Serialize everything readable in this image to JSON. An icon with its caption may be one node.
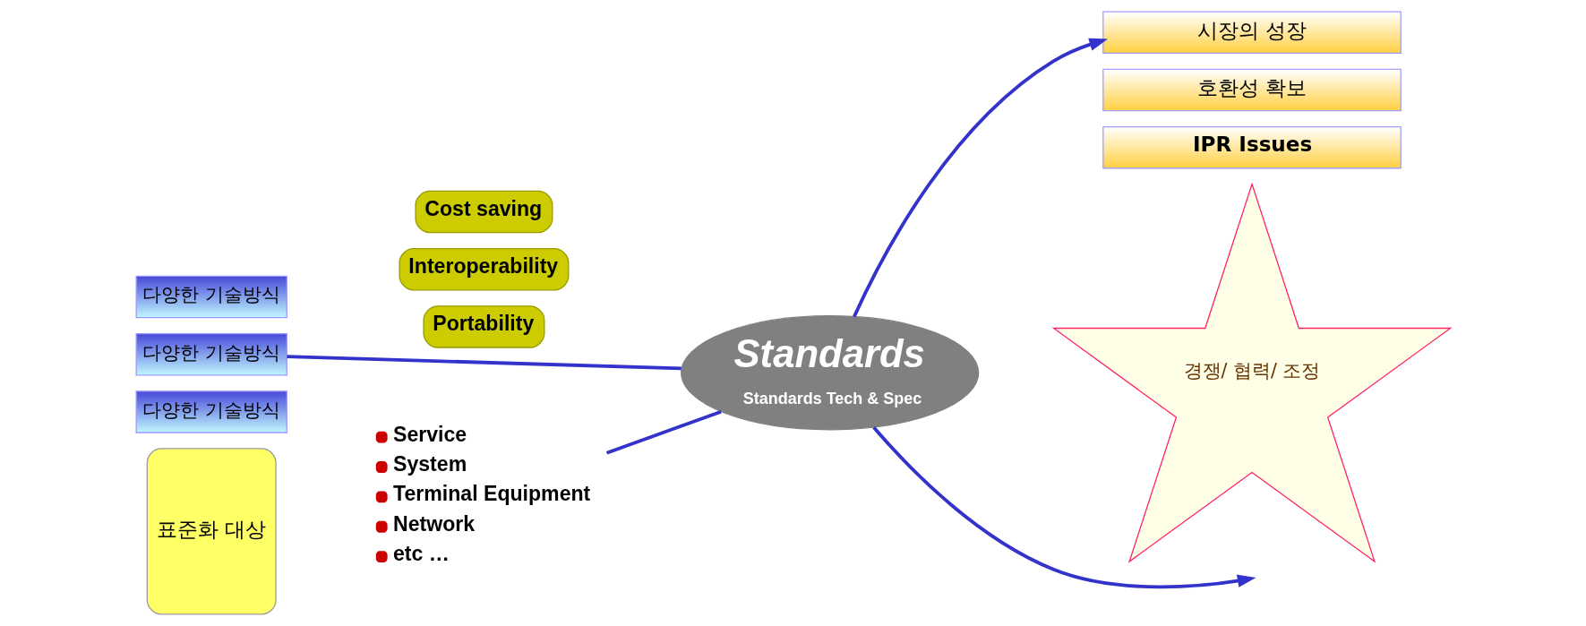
{
  "diagram": {
    "nodes": [
      {
        "text": [
          "Cost saving"
        ]
      },
      {
        "text": [
          "Interoperability"
        ]
      },
      {
        "text": [
          "Portability"
        ]
      },
      {
        "text": [
          "다양한 기술방식"
        ]
      },
      {
        "text": [
          "다양한 기술방식"
        ]
      },
      {
        "text": [
          "다양한 기술방식"
        ]
      },
      {
        "text": [
          "Standards",
          "Standards Tech & Spec"
        ]
      },
      {
        "text": [
          "시장의 성장"
        ]
      },
      {
        "text": [
          "호환성 확보"
        ]
      },
      {
        "text": [
          "IPR Issues"
        ]
      },
      {
        "text": [
          "표준화 대상"
        ]
      },
      {
        "text": [
          "Service",
          "System",
          "Terminal Equipment",
          "Network",
          "etc …"
        ]
      },
      {
        "text": [
          "경쟁/ 협력/ 조정"
        ]
      }
    ],
    "edges": [
      {
        "from": 4,
        "to": 6,
        "arrow": "none"
      },
      {
        "from": 6,
        "to": 7,
        "arrow": "to"
      },
      {
        "from": 6,
        "to": null,
        "arrow": "to"
      },
      {
        "from": 11,
        "to": 6,
        "arrow": "none"
      }
    ]
  }
}
